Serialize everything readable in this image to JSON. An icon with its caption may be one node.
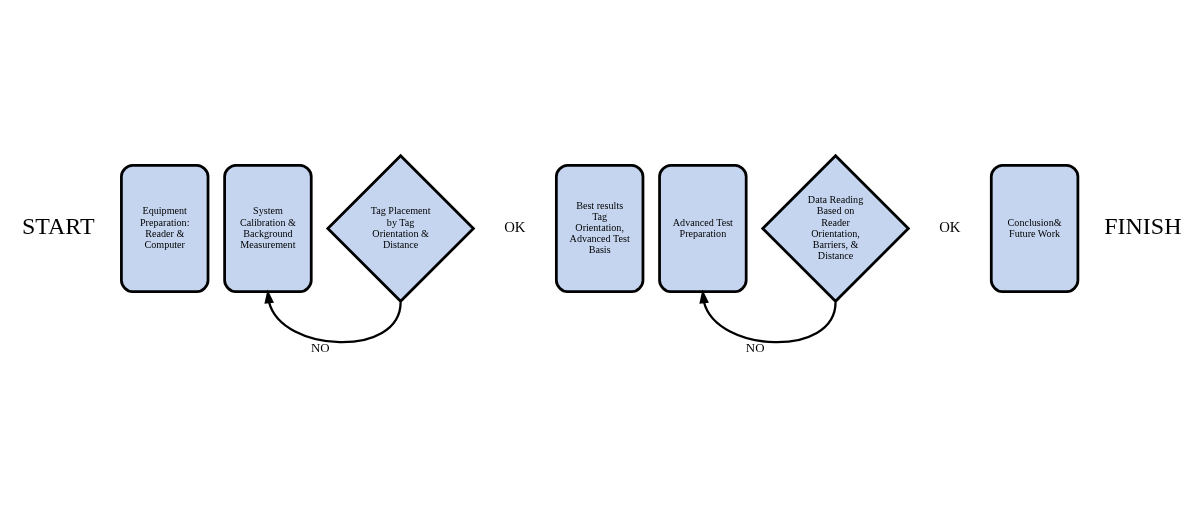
{
  "diagram": {
    "nodes": [
      {
        "text": [
          "Equipment Preparation: Reader & Computer"
        ]
      },
      {
        "text": [
          "System Calibration & Background Measurement"
        ]
      },
      {
        "text": [
          "Tag Placement by Tag Orientation & Distance"
        ]
      },
      {
        "text": [
          "Best results Tag Orientation, Advanced Test Basis"
        ]
      },
      {
        "text": [
          "Advanced Test Preparation"
        ]
      },
      {
        "text": [
          "Data Reading Based on Reader Orientation, Barriers, & Distance"
        ]
      },
      {
        "text": [
          "Conclusion& Future Work"
        ]
      }
    ],
    "edges": [
      {
        "from": 2,
        "to": 1,
        "arrow": "to",
        "label": "NO"
      },
      {
        "from": 5,
        "to": 4,
        "arrow": "to",
        "label": "NO"
      }
    ],
    "labels": [
      "START",
      "OK",
      "OK",
      "FINISH"
    ]
  }
}
